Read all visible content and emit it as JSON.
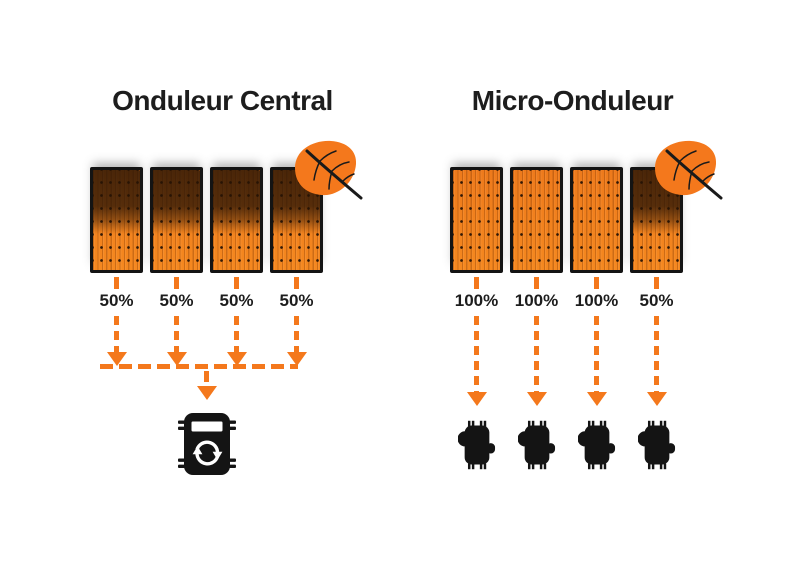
{
  "colors": {
    "accent": "#F4781C",
    "panel": "#F08020",
    "ink": "#141414",
    "text": "#1D1D1D",
    "background": "#FFFFFF"
  },
  "central": {
    "title": "Onduleur Central",
    "panels": [
      {
        "output": "50%",
        "shaded": true
      },
      {
        "output": "50%",
        "shaded": true
      },
      {
        "output": "50%",
        "shaded": true
      },
      {
        "output": "50%",
        "shaded": true
      }
    ]
  },
  "micro": {
    "title": "Micro-Onduleur",
    "panels": [
      {
        "output": "100%",
        "shaded": false
      },
      {
        "output": "100%",
        "shaded": false
      },
      {
        "output": "100%",
        "shaded": false
      },
      {
        "output": "50%",
        "shaded": true
      }
    ]
  },
  "icons": {
    "leaf": "leaf-icon",
    "central_inverter": "central-inverter-icon",
    "micro_inverter": "micro-inverter-icon",
    "arrowhead": "arrowhead-icon",
    "sync": "sync-arrows-icon"
  }
}
